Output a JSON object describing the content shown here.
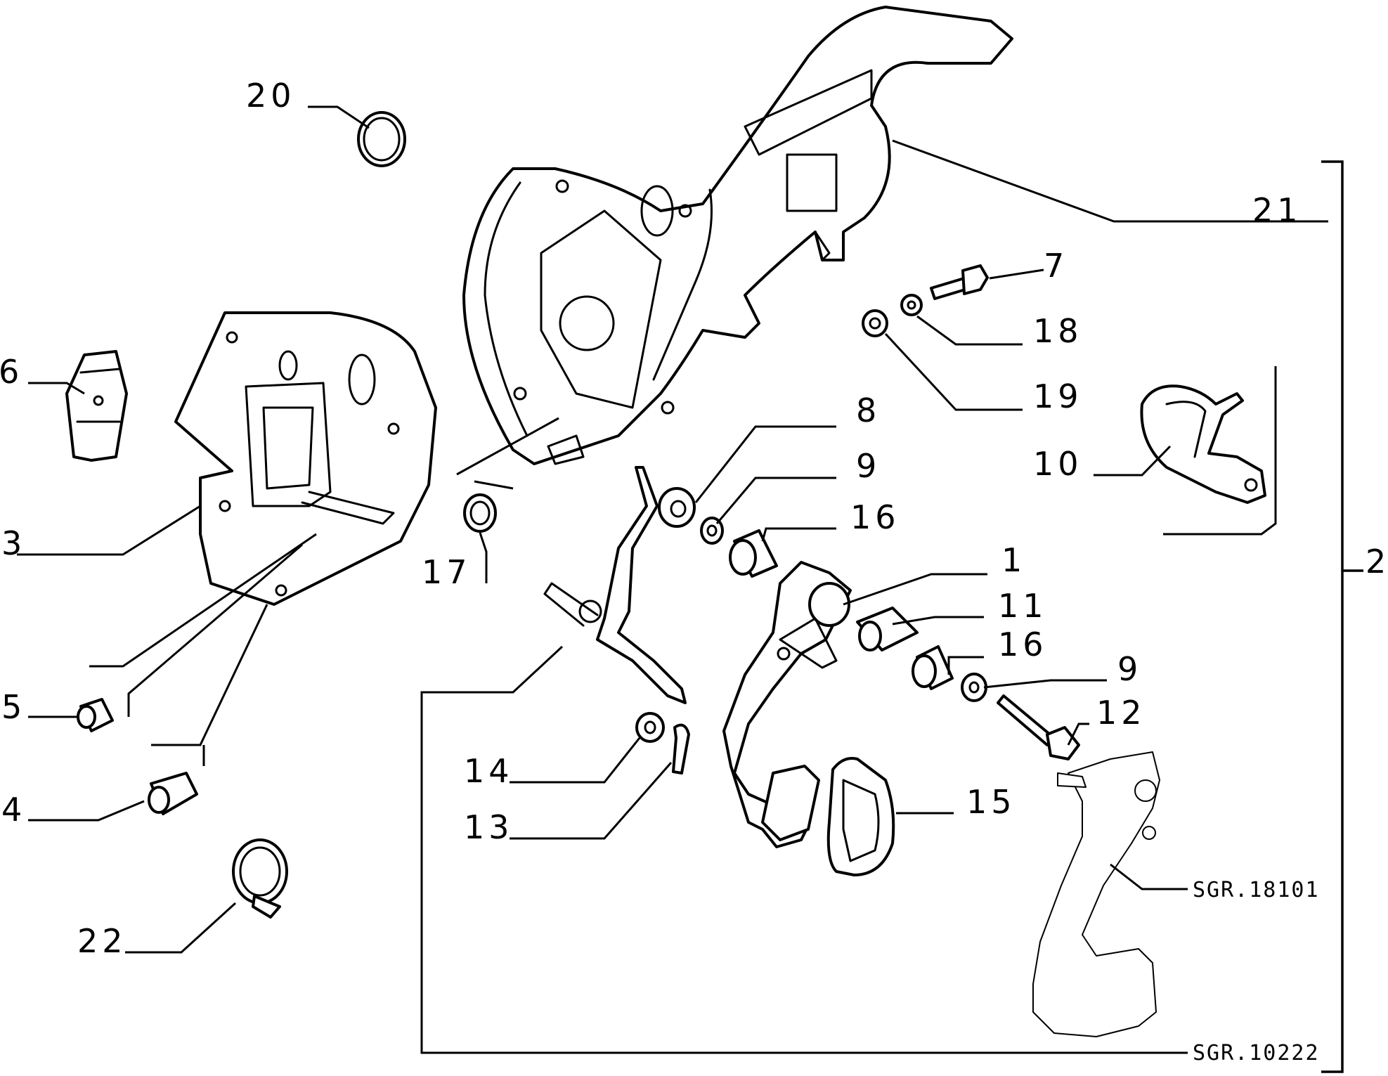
{
  "callouts": {
    "c1": "1",
    "c2": "2",
    "c3": "3",
    "c4": "4",
    "c5": "5",
    "c6": "6",
    "c7": "7",
    "c8": "8",
    "c9a": "9",
    "c9b": "9",
    "c10": "10",
    "c11": "11",
    "c12": "12",
    "c13": "13",
    "c14": "14",
    "c15": "15",
    "c16a": "16",
    "c16b": "16",
    "c17": "17",
    "c18": "18",
    "c19": "19",
    "c20": "20",
    "c21": "21",
    "c22": "22"
  },
  "references": {
    "ref_upper": "SGR.18101",
    "ref_lower": "SGR.10222"
  }
}
